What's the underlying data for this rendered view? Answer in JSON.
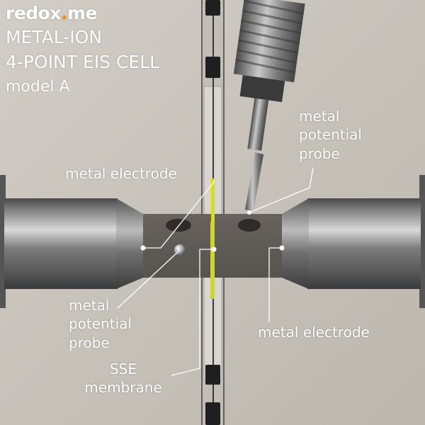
{
  "brand": {
    "name": "redox.me",
    "accent_color": "#f28c1c"
  },
  "title": {
    "line1": "METAL-ION",
    "line2": "4-POINT EIS CELL",
    "line3": "model A"
  },
  "labels": {
    "metal_electrode_top": "metal electrode",
    "potential_probe_top": [
      "metal",
      "potential",
      "probe"
    ],
    "potential_probe_bottom": [
      "metal",
      "potential",
      "probe"
    ],
    "metal_electrode_bottom": "metal electrode",
    "membrane": [
      "SSE",
      "membrane"
    ]
  },
  "colors": {
    "background": "#c8c3bb",
    "label_text": "#ffffff",
    "membrane": "#d4dc2e",
    "cell_body": "#5e5a56"
  }
}
